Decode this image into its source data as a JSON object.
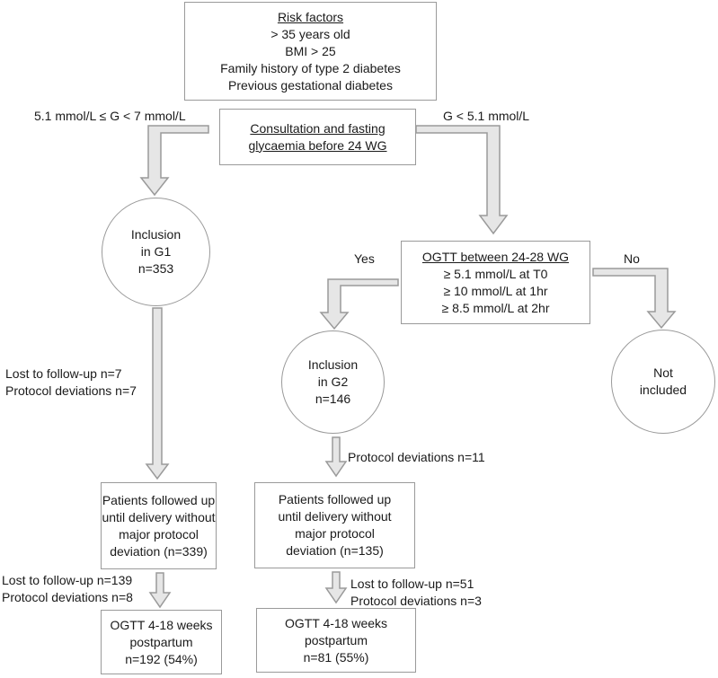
{
  "risk_factors": {
    "title": "Risk factors",
    "lines": [
      "> 35 years old",
      "BMI > 25",
      "Family history of type 2 diabetes",
      "Previous gestational diabetes"
    ]
  },
  "consultation": {
    "line1": "Consultation and fasting",
    "line2": "glycaemia before 24 WG"
  },
  "branch_left_label": "5.1 mmol/L ≤ G < 7 mmol/L",
  "branch_right_label": "G < 5.1 mmol/L",
  "ogtt": {
    "title": "OGTT between 24-28 WG",
    "lines": [
      "≥ 5.1 mmol/L at T0",
      "≥ 10 mmol/L at 1hr",
      "≥ 8.5 mmol/L at 2hr"
    ]
  },
  "yes_label": "Yes",
  "no_label": "No",
  "g1": {
    "lines": [
      "Inclusion",
      "in G1",
      "n=353"
    ]
  },
  "g2": {
    "lines": [
      "Inclusion",
      "in G2",
      "n=146"
    ]
  },
  "not_included": {
    "lines": [
      "Not",
      "included"
    ]
  },
  "g1_loss": {
    "lines": [
      "Lost to follow-up n=7",
      "Protocol deviations n=7"
    ]
  },
  "g2_loss": {
    "lines": [
      "Protocol deviations n=11"
    ]
  },
  "g1_followed": {
    "lines": [
      "Patients followed up",
      "until delivery without",
      "major protocol",
      "deviation (n=339)"
    ]
  },
  "g2_followed": {
    "lines": [
      "Patients followed up",
      "until delivery without",
      "major protocol",
      "deviation (n=135)"
    ]
  },
  "g1_post_loss": {
    "lines": [
      "Lost to follow-up n=139",
      "Protocol deviations n=8"
    ]
  },
  "g2_post_loss": {
    "lines": [
      "Lost to follow-up n=51",
      "Protocol deviations n=3"
    ]
  },
  "g1_ogtt_pp": {
    "lines": [
      "OGTT 4-18 weeks",
      "postpartum",
      "n=192 (54%)"
    ]
  },
  "g2_ogtt_pp": {
    "lines": [
      "OGTT 4-18 weeks",
      "postpartum",
      "n=81 (55%)"
    ]
  },
  "colors": {
    "border": "#9a9a9a",
    "arrow_fill": "#e6e6e6",
    "arrow_stroke": "#9a9a9a"
  }
}
